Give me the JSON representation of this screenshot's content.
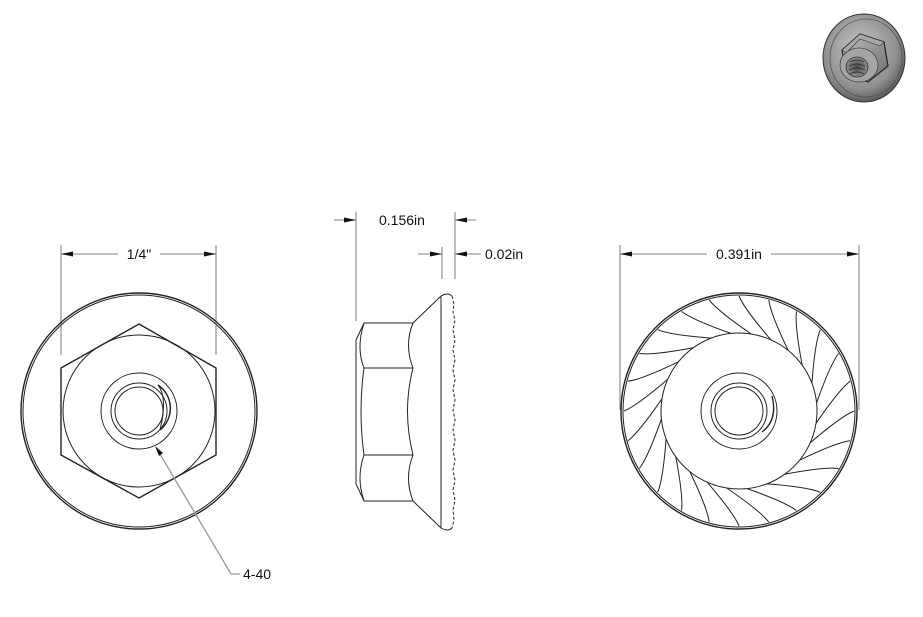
{
  "drawing": {
    "type": "technical-drawing",
    "subject": "flanged serrated hex nut",
    "views": {
      "front": {
        "dimension_label": "1/4\"",
        "callout_label": "4-40"
      },
      "side": {
        "dimension_overall_label": "0.156in",
        "dimension_flange_label": "0.02in"
      },
      "back": {
        "dimension_label": "0.391in"
      },
      "isometric": {
        "description": "shaded 3D preview of flange nut"
      }
    },
    "colors": {
      "line": "#222222",
      "dimension_line": "#9a9a9a",
      "text": "#111111",
      "background": "#ffffff"
    }
  }
}
